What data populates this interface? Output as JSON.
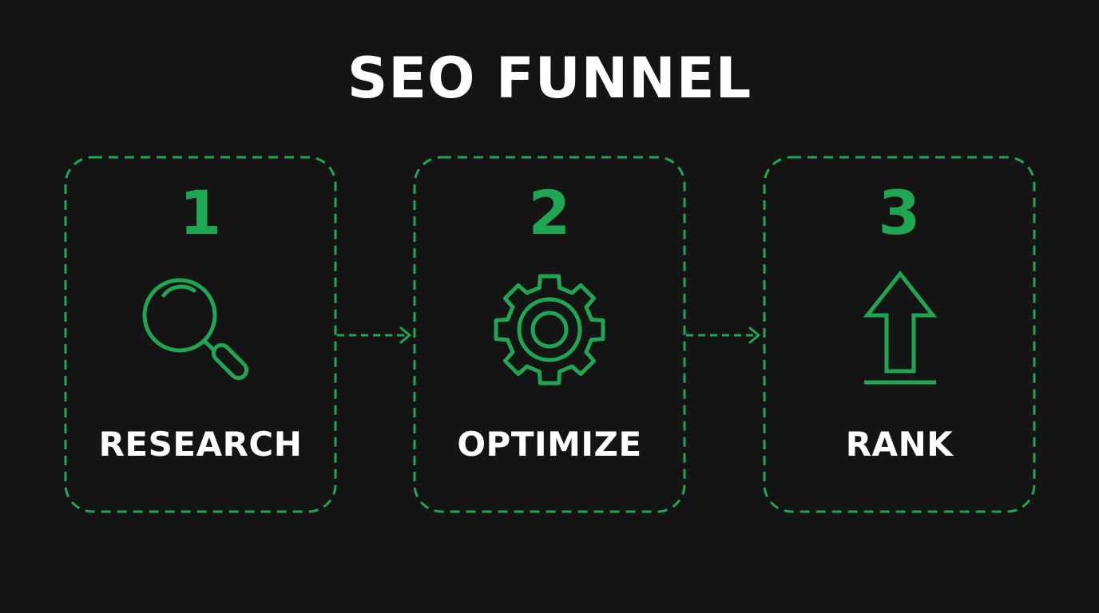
{
  "title": "SEO FUNNEL",
  "accent_color": "#1fa653",
  "steps": [
    {
      "number": "1",
      "label": "RESEARCH",
      "icon": "magnifying-glass-icon"
    },
    {
      "number": "2",
      "label": "OPTIMIZE",
      "icon": "gear-icon"
    },
    {
      "number": "3",
      "label": "RANK",
      "icon": "up-arrow-icon"
    }
  ],
  "connectors": [
    {
      "from": "1",
      "to": "2",
      "style": "dashed-arrow"
    },
    {
      "from": "2",
      "to": "3",
      "style": "dashed-arrow"
    }
  ]
}
